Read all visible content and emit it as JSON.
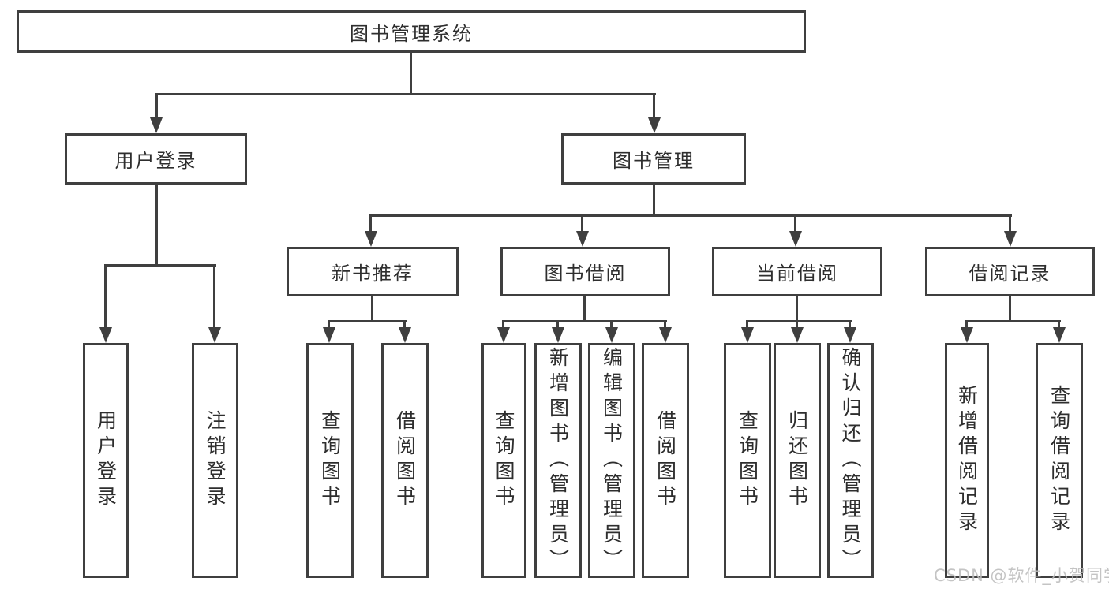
{
  "diagram": {
    "root": {
      "label": "图书管理系统"
    },
    "level2": [
      {
        "label": "用户登录",
        "children": [
          {
            "label": "用户登录"
          },
          {
            "label": "注销登录"
          }
        ]
      },
      {
        "label": "图书管理",
        "children": [
          {
            "label": "新书推荐",
            "children": [
              {
                "label": "查询图书"
              },
              {
                "label": "借阅图书"
              }
            ]
          },
          {
            "label": "图书借阅",
            "children": [
              {
                "label": "查询图书"
              },
              {
                "label": "新增图书（管理员）"
              },
              {
                "label": "编辑图书（管理员）"
              },
              {
                "label": "借阅图书"
              }
            ]
          },
          {
            "label": "当前借阅",
            "children": [
              {
                "label": "查询图书"
              },
              {
                "label": "归还图书"
              },
              {
                "label": "确认归还（管理员）"
              }
            ]
          },
          {
            "label": "借阅记录",
            "children": [
              {
                "label": "新增借阅记录"
              },
              {
                "label": "查询借阅记录"
              }
            ]
          }
        ]
      }
    ]
  },
  "watermark": {
    "text": "CSDN @软件_小贺同学"
  },
  "colors": {
    "line": "#3f3f3f",
    "text": "#2e2e2e",
    "watermark": "#bcbcbc",
    "background": "#ffffff"
  }
}
